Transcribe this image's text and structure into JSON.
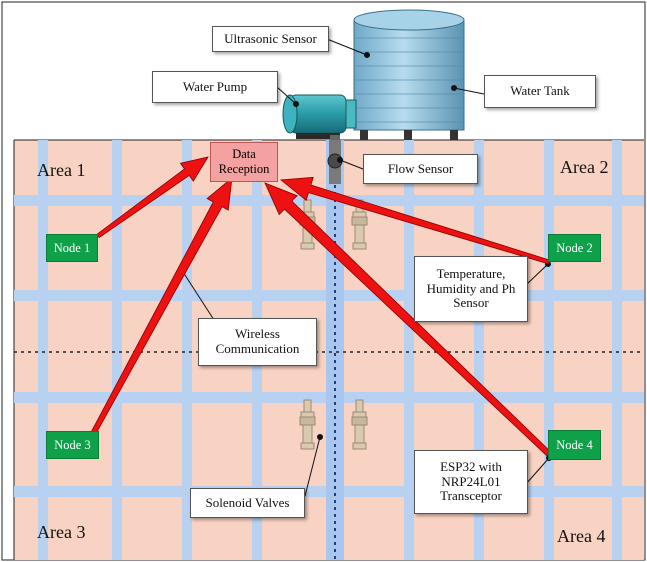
{
  "labels": {
    "ultrasonic_sensor": "Ultrasonic Sensor",
    "water_pump": "Water Pump",
    "water_tank": "Water Tank",
    "data_reception_1": "Data",
    "data_reception_2": "Reception",
    "flow_sensor": "Flow Sensor",
    "area_1": "Area 1",
    "area_2": "Area 2",
    "area_3": "Area 3",
    "area_4": "Area 4",
    "node_1": "Node 1",
    "node_2": "Node 2",
    "node_3": "Node 3",
    "node_4": "Node 4",
    "sensor_line1": "Temperature,",
    "sensor_line2": "Humidity and Ph",
    "sensor_line3": "Sensor",
    "wireless_line1": "Wireless",
    "wireless_line2": "Communication",
    "esp_line1": "ESP32 with",
    "esp_line2": "NRP24L01",
    "esp_line3": "Transceptor",
    "solenoid_valves": "Solenoid Valves"
  },
  "colors": {
    "field": "#f8d2c2",
    "canal": "#b8d1f0",
    "node": "#0fa04a",
    "arrow": "#ee1111",
    "reception": "#f3a1a1",
    "tank": "#8fc3dd",
    "pump": "#2a9aa8"
  }
}
